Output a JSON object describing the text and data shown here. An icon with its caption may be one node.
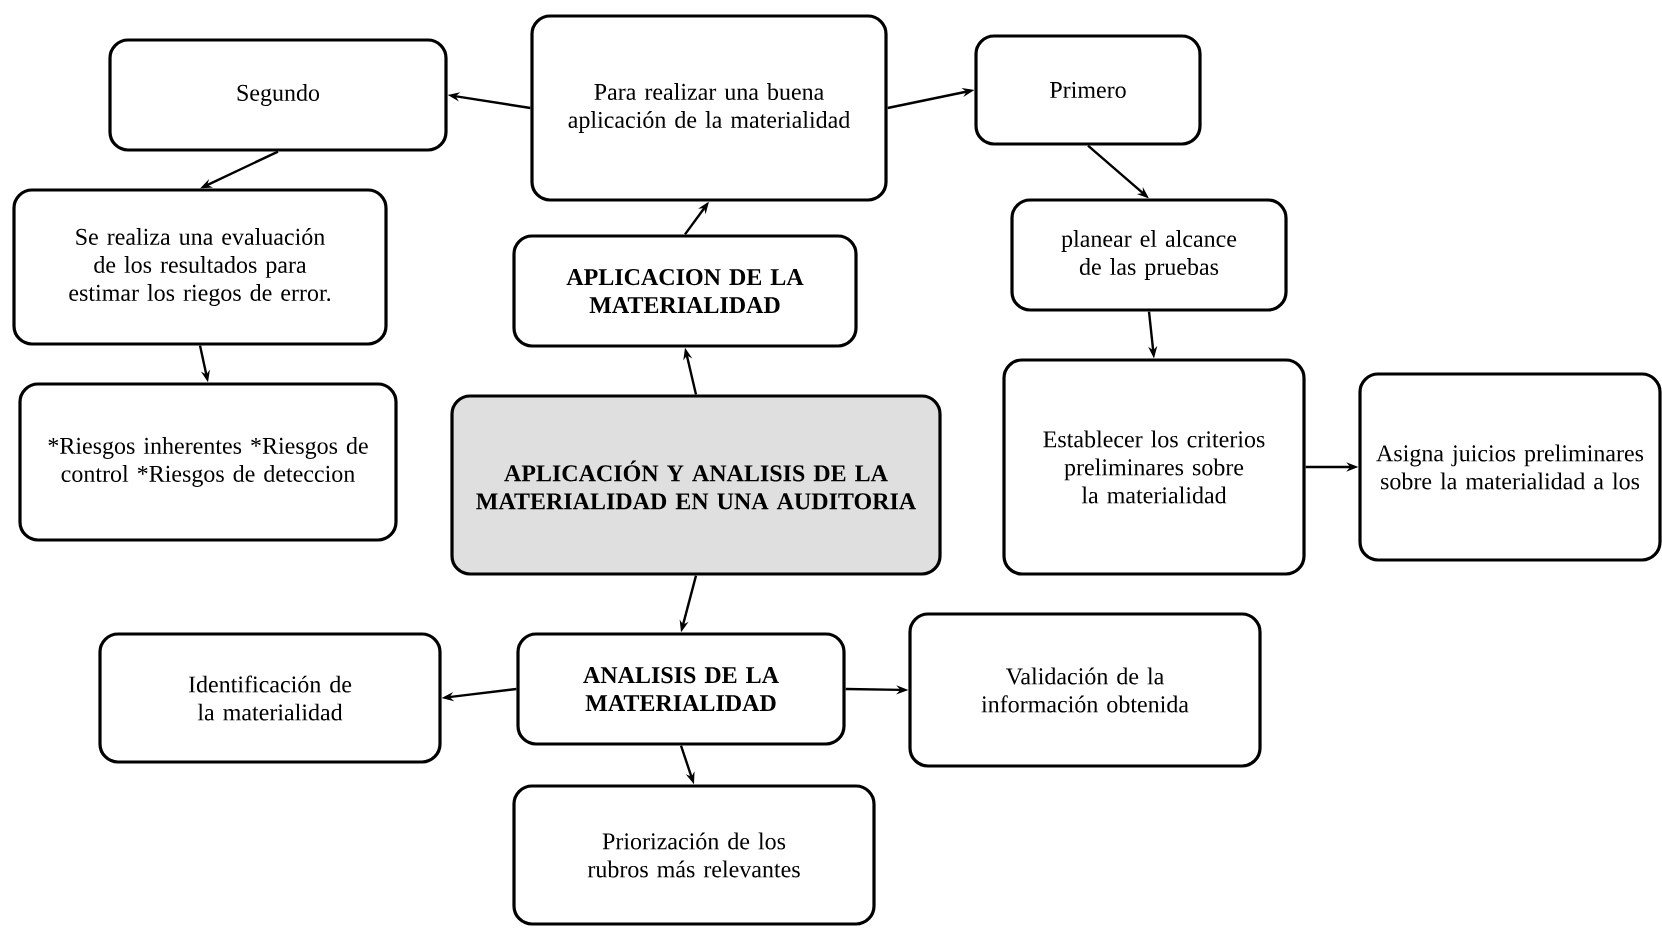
{
  "diagram": {
    "nodes": [
      {
        "text": [
          "APLICACIÓN  Y ANALISIS DE LA MATERIALIDAD EN UNA AUDITORIA"
        ]
      },
      {
        "text": [
          "APLICACION DE LA MATERIALIDAD"
        ]
      },
      {
        "text": [
          "Para realizar una buena aplicación de la materialidad"
        ]
      },
      {
        "text": [
          "Segundo"
        ]
      },
      {
        "text": [
          "Se realiza una evaluación de los resultados para estimar los riegos de error."
        ]
      },
      {
        "text": [
          "*Riesgos inherentes *Riesgos de control *Riesgos de deteccion"
        ]
      },
      {
        "text": [
          "Primero"
        ]
      },
      {
        "text": [
          "planear el alcance de las pruebas"
        ]
      },
      {
        "text": [
          "Establecer los criterios preliminares sobre la materialidad"
        ]
      },
      {
        "text": [
          "Asigna juicios preliminares sobre la materialidad a los"
        ]
      },
      {
        "text": [
          "ANALISIS DE LA MATERIALIDAD"
        ]
      },
      {
        "text": [
          "Identificación de la materialidad"
        ]
      },
      {
        "text": [
          "Validación de la información obtenida"
        ]
      },
      {
        "text": [
          "Priorización de los rubros más relevantes"
        ]
      }
    ],
    "edges": [
      {
        "from": 0,
        "to": 1,
        "arrow": "to"
      },
      {
        "from": 1,
        "to": 2,
        "arrow": "to"
      },
      {
        "from": 2,
        "to": 3,
        "arrow": "to"
      },
      {
        "from": 2,
        "to": 6,
        "arrow": "to"
      },
      {
        "from": 3,
        "to": 4,
        "arrow": "to"
      },
      {
        "from": 4,
        "to": 5,
        "arrow": "to"
      },
      {
        "from": 6,
        "to": 7,
        "arrow": "to"
      },
      {
        "from": 7,
        "to": 8,
        "arrow": "to"
      },
      {
        "from": 8,
        "to": 9,
        "arrow": "to"
      },
      {
        "from": 0,
        "to": 10,
        "arrow": "to"
      },
      {
        "from": 10,
        "to": 11,
        "arrow": "to"
      },
      {
        "from": 10,
        "to": 12,
        "arrow": "to"
      },
      {
        "from": 10,
        "to": 13,
        "arrow": "to"
      }
    ]
  }
}
